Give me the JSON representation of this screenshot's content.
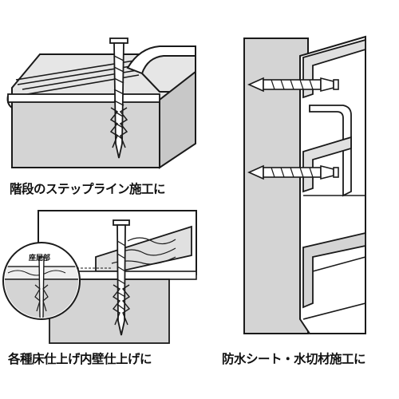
{
  "captions": {
    "stair_step_line": "階段のステップライン施工に",
    "floor_wall_finish": "各種床仕上げ内壁仕上げに",
    "waterproof_sheet": "防水シート・水切材施工に"
  },
  "labels": {
    "zoom_circle_label": "座屈部"
  },
  "colors": {
    "line": "#1a1a1a",
    "fill_gray": "#d4d4d4",
    "fill_dark": "#9a9a9a",
    "background": "#ffffff"
  },
  "icons": {
    "nail_icon": "screw-nail-with-serrated-shank",
    "anchor_icon": "plastic-wall-anchor"
  }
}
